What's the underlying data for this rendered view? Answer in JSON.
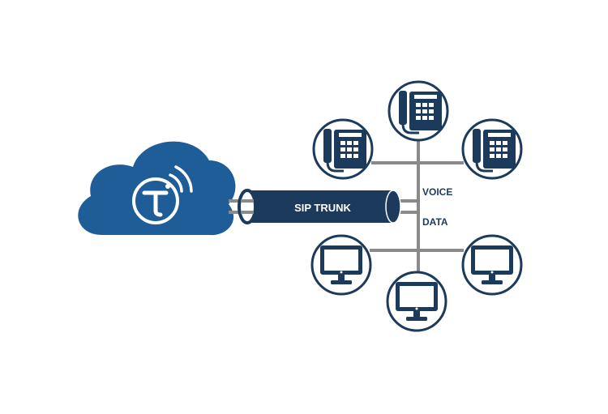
{
  "trunk": {
    "label": "SIP TRUNK"
  },
  "branches": {
    "voice_label": "VOICE",
    "data_label": "DATA"
  },
  "cloud": {
    "icon": "telephone-t-wireless-logo"
  },
  "nodes": {
    "phones": [
      "desk-phone-icon",
      "desk-phone-icon",
      "desk-phone-icon"
    ],
    "monitors": [
      "monitor-icon",
      "monitor-icon",
      "monitor-icon"
    ]
  },
  "colors": {
    "navy": "#1b3a5c",
    "cloud_blue": "#1f5d99",
    "line_gray": "#8a8a8a",
    "background": "#ffffff"
  }
}
